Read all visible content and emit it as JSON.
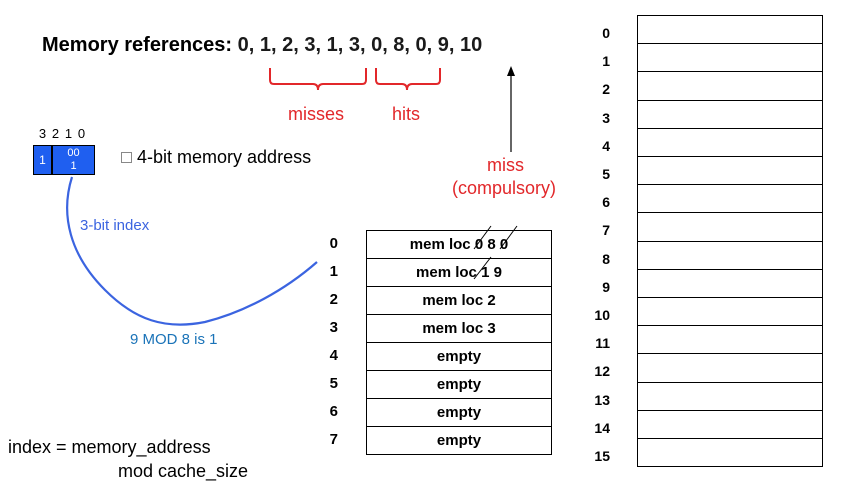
{
  "title": {
    "label": "Memory references:",
    "refs": "0, 1, 2, 3, 1, 3, 0, 8, 0, 9, 10"
  },
  "annotations": {
    "misses": "misses",
    "hits": "hits",
    "miss": "miss",
    "compulsory": "(compulsory)",
    "three_bit_index": "3-bit index",
    "mod_note": "9 MOD 8 is 1",
    "four_bit_address": "4-bit memory address",
    "formula_line1": "index = memory_address",
    "formula_line2": "mod cache_size"
  },
  "address": {
    "bit_numbers": [
      "3",
      "2",
      "1",
      "0"
    ],
    "tag_bit": "1",
    "index_bits_top": "00",
    "index_bits_bottom": "1"
  },
  "cache": {
    "indices": [
      "0",
      "1",
      "2",
      "3",
      "4",
      "5",
      "6",
      "7"
    ],
    "rows": [
      {
        "text": "mem loc 0 8 0"
      },
      {
        "text": "mem loc 1 9"
      },
      {
        "text": "mem loc 2"
      },
      {
        "text": "mem loc 3"
      },
      {
        "text": "empty"
      },
      {
        "text": "empty"
      },
      {
        "text": "empty"
      },
      {
        "text": "empty"
      }
    ]
  },
  "memory": {
    "indices": [
      "0",
      "1",
      "2",
      "3",
      "4",
      "5",
      "6",
      "7",
      "8",
      "9",
      "10",
      "11",
      "12",
      "13",
      "14",
      "15"
    ]
  },
  "colors": {
    "red": "#e2272a",
    "blue": "#3b64e0",
    "blue_dark": "#1a73b8",
    "box": "#1f5ff0"
  }
}
